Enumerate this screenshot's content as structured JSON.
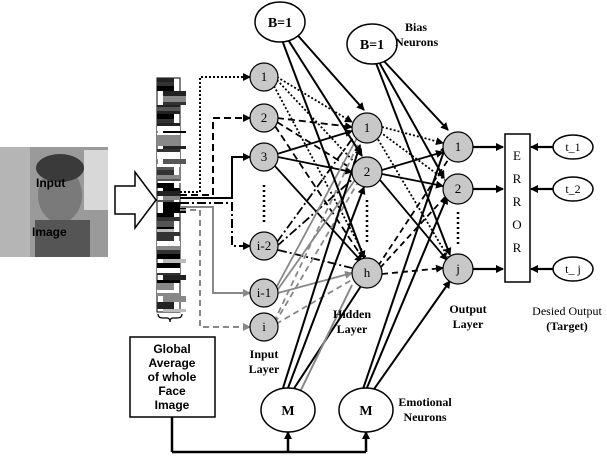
{
  "face_box": {
    "label_top": "Input",
    "label_bottom": "Image"
  },
  "global_avg": {
    "lines": [
      "Global",
      "Average",
      "of whole",
      "Face",
      "Image"
    ]
  },
  "input_layer": {
    "nodes": [
      "1",
      "2",
      "3",
      "i-2",
      "i-1",
      "i"
    ],
    "label_line1": "Input",
    "label_line2": "Layer"
  },
  "hidden_layer": {
    "nodes": [
      "1",
      "2",
      "h"
    ],
    "label_line1": "Hidden",
    "label_line2": "Layer"
  },
  "output_layer": {
    "nodes": [
      "1",
      "2",
      "j"
    ],
    "label_line1": "Output",
    "label_line2": "Layer"
  },
  "bias": {
    "node1": "B=1",
    "node2": "B=1",
    "label_line1": "Bias",
    "label_line2": "Neurons"
  },
  "emotional": {
    "node1": "M",
    "node2": "M",
    "label_line1": "Emotional",
    "label_line2": "Neurons"
  },
  "error_box": {
    "letters": [
      "E",
      "R",
      "R",
      "O",
      "R"
    ]
  },
  "targets": [
    "t_1",
    "t_2",
    "t_ j"
  ],
  "desired_output": {
    "line1": "Desied Output",
    "line2": "(Target)"
  }
}
